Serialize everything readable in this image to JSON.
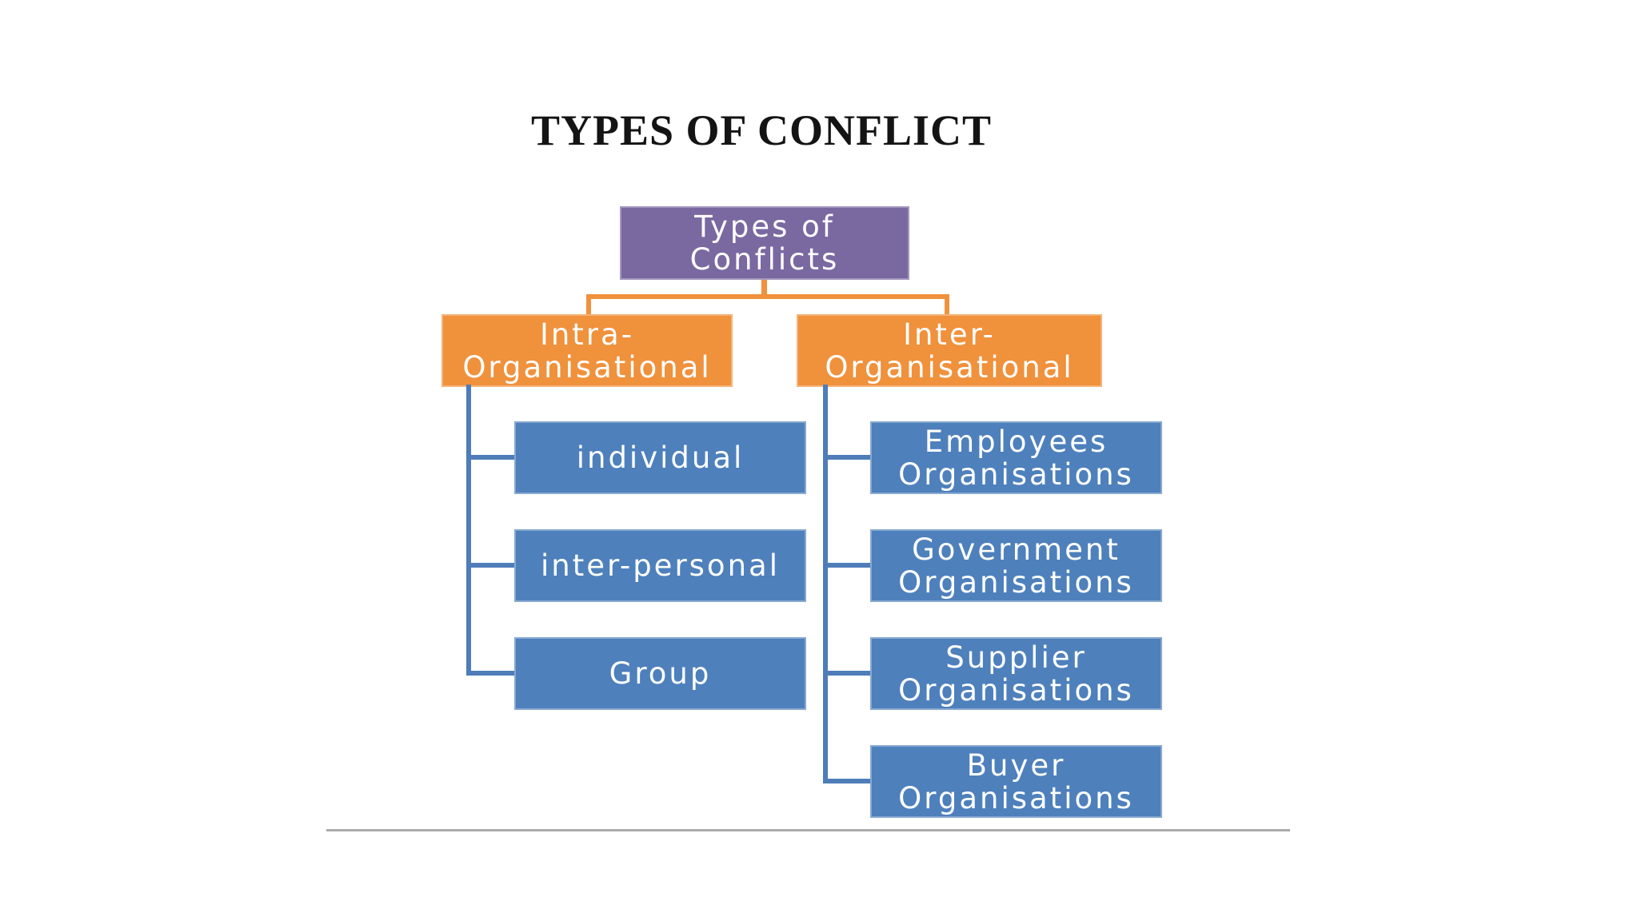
{
  "page": {
    "title": "TYPES OF CONFLICT"
  },
  "colors": {
    "purple": "#7a68a1",
    "orange": "#f0913c",
    "blue": "#4e80bc",
    "connector_orange": "#f0913c",
    "connector_blue": "#4e7db9",
    "divider_gray": "#ababab"
  },
  "diagram": {
    "root": {
      "label": "Types of\nConflicts"
    },
    "branches": [
      {
        "label": "Intra-\nOrganisational",
        "children": [
          {
            "label": "individual"
          },
          {
            "label": "inter-personal"
          },
          {
            "label": "Group"
          }
        ]
      },
      {
        "label": "Inter-\nOrganisational",
        "children": [
          {
            "label": "Employees\nOrganisations"
          },
          {
            "label": "Government\nOrganisations"
          },
          {
            "label": "Supplier\nOrganisations"
          },
          {
            "label": "Buyer\nOrganisations"
          }
        ]
      }
    ]
  }
}
